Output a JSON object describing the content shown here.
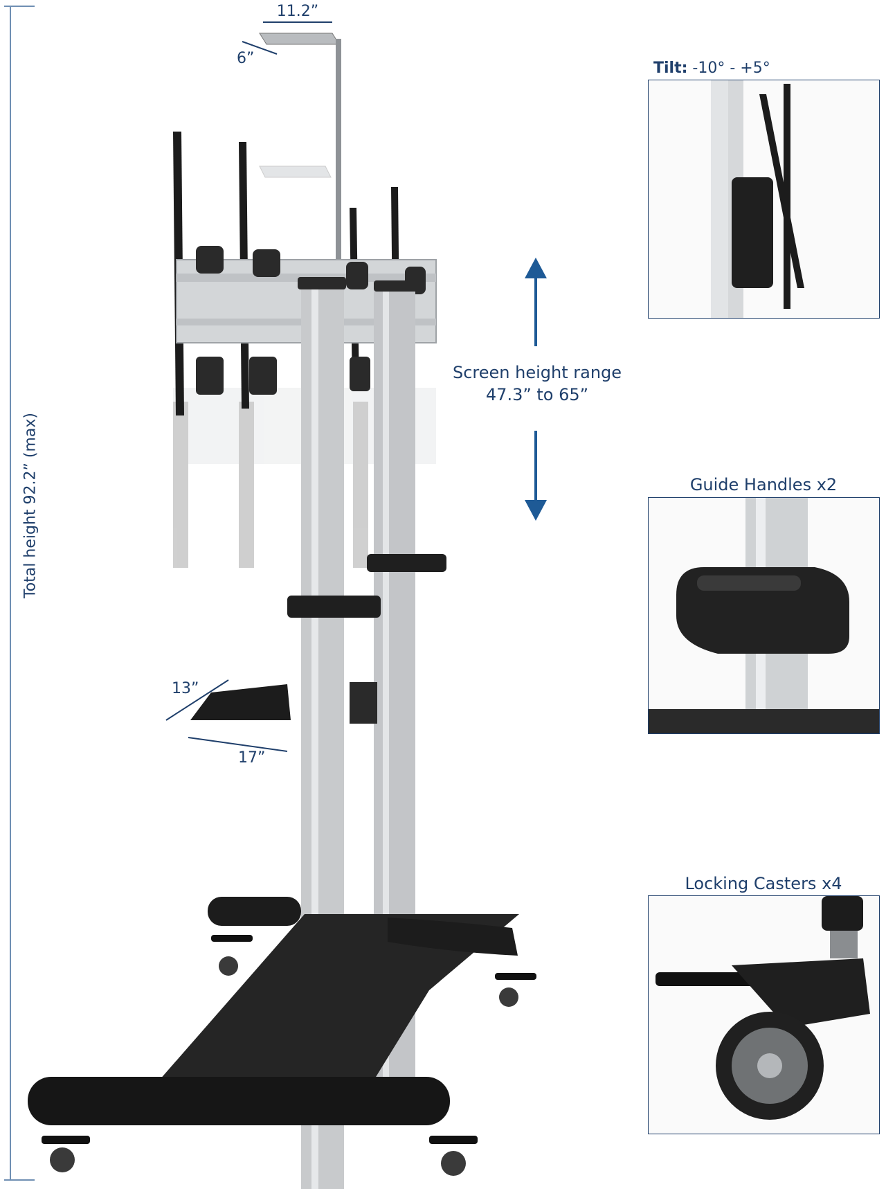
{
  "dimensions": {
    "top_shelf_width": "11.2”",
    "top_shelf_depth": "6”",
    "total_height": "Total height 92.2” (max)",
    "mid_shelf_depth": "13”",
    "mid_shelf_width": "17”"
  },
  "height_range": {
    "line1": "Screen height range",
    "line2": "47.3” to 65”"
  },
  "details": {
    "tilt": {
      "label": "Tilt:",
      "value": " -10° - +5°"
    },
    "handles": {
      "title": "Guide Handles x2"
    },
    "casters": {
      "title": "Locking Casters x4"
    }
  },
  "colors": {
    "accent": "#1f3f6b",
    "arrow": "#1e5a96",
    "frame_silver": "#c8cacc",
    "metal_black": "#1b1b1b"
  }
}
